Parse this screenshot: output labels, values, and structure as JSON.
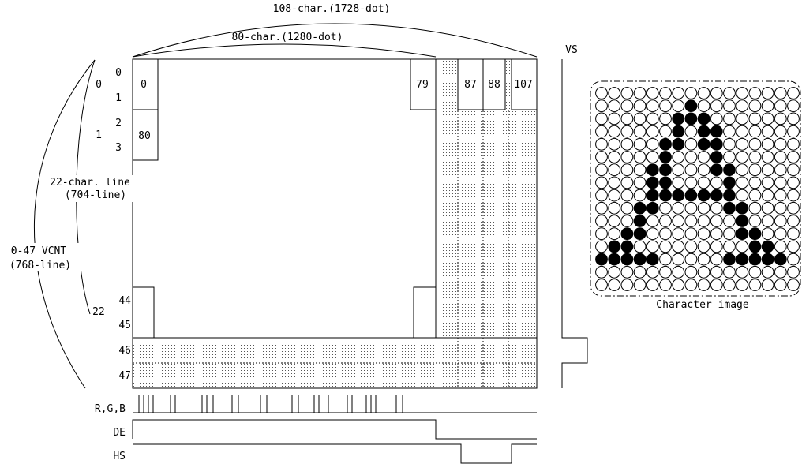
{
  "labels": {
    "total_width": "108-char.(1728-dot)",
    "active_width": "80-char.(1280-dot)",
    "vs": "VS",
    "char_lines_1": "22-char. line",
    "char_lines_2": "(704-line)",
    "vcnt_1": "0-47 VCNT",
    "vcnt_2": "(768-line)",
    "char_row_0": "0",
    "char_row_1": "1",
    "char_row_22": "22",
    "character_image": "Character image"
  },
  "row_numbers": [
    "0",
    "1",
    "2",
    "3",
    "44",
    "45",
    "46",
    "47"
  ],
  "cells": {
    "c0": "0",
    "c79": "79",
    "c80": "80",
    "c87": "87",
    "c88": "88",
    "c107": "107"
  },
  "signals": {
    "rgb": "R,G,B",
    "de": "DE",
    "hs": "HS"
  },
  "glyph": [
    "0000000000000000",
    "0000000100000000",
    "0000001110000000",
    "0000001011000000",
    "0000011011000000",
    "0000010001000000",
    "0000110001100000",
    "0000110000100000",
    "0000111111100000",
    "0001100000110000",
    "0001000000010000",
    "0011000000011000",
    "0110000000001100",
    "1111100000111110",
    "0000000000000000",
    "0000000000000000"
  ]
}
